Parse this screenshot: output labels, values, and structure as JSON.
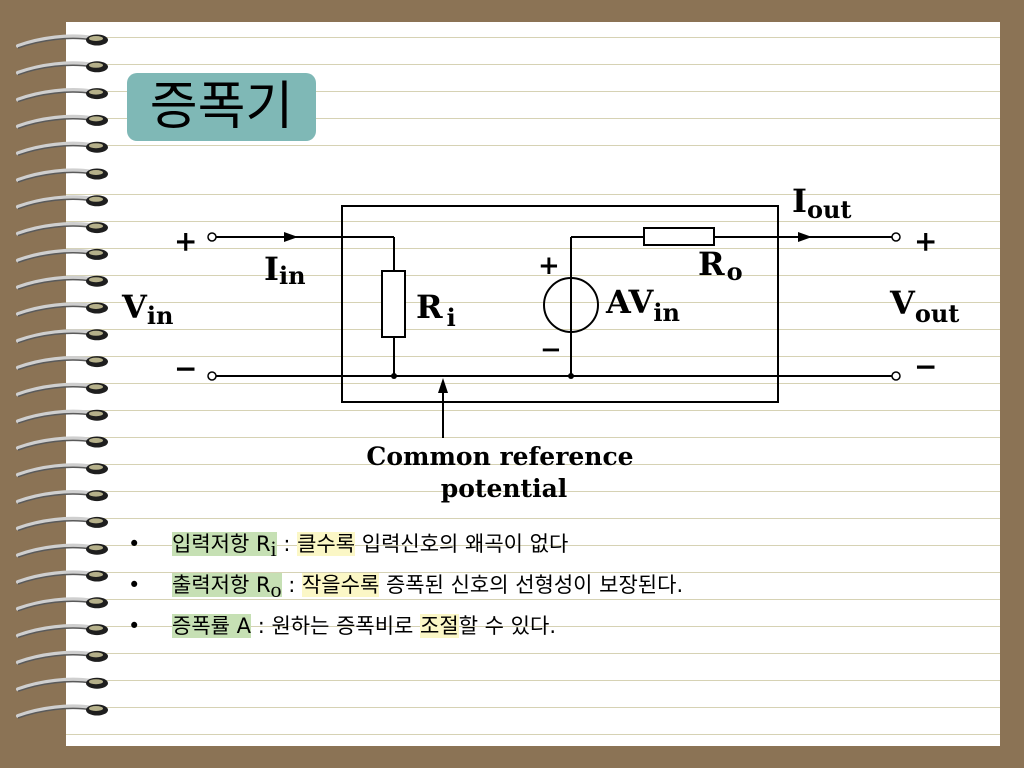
{
  "slide": {
    "title": "증폭기",
    "accent_color": "#7fb8b6",
    "background_color": "#8b7355"
  },
  "circuit": {
    "labels": {
      "vin_plus": "+",
      "vin_minus": "−",
      "vin_main": "V",
      "vin_sub": "in",
      "iin_main": "I",
      "iin_sub": "in",
      "ri_main": "R",
      "ri_sub": "i",
      "src_plus": "+",
      "src_minus": "−",
      "av_main": "AV",
      "av_sub": "in",
      "ro_main": "R",
      "ro_sub": "o",
      "iout_main": "I",
      "iout_sub": "out",
      "vout_plus": "+",
      "vout_minus": "−",
      "vout_main": "V",
      "vout_sub": "out",
      "ref_line1": "Common reference",
      "ref_line2": "potential"
    }
  },
  "bullets": [
    {
      "term": "입력저항 R",
      "term_sub": "i",
      "sep": " : ",
      "hl": "클수록",
      "rest": " 입력신호의 왜곡이 없다"
    },
    {
      "term": "출력저항 R",
      "term_sub": "o",
      "sep": " : ",
      "hl": "작을수록",
      "rest": " 증폭된 신호의 선형성이 보장된다."
    },
    {
      "term": "증폭률 A",
      "term_sub": "",
      "sep": " : ",
      "pre": "원하는 증폭비로 ",
      "hl": "조절",
      "rest": "할 수 있다."
    }
  ],
  "bullet_symbol": "•"
}
